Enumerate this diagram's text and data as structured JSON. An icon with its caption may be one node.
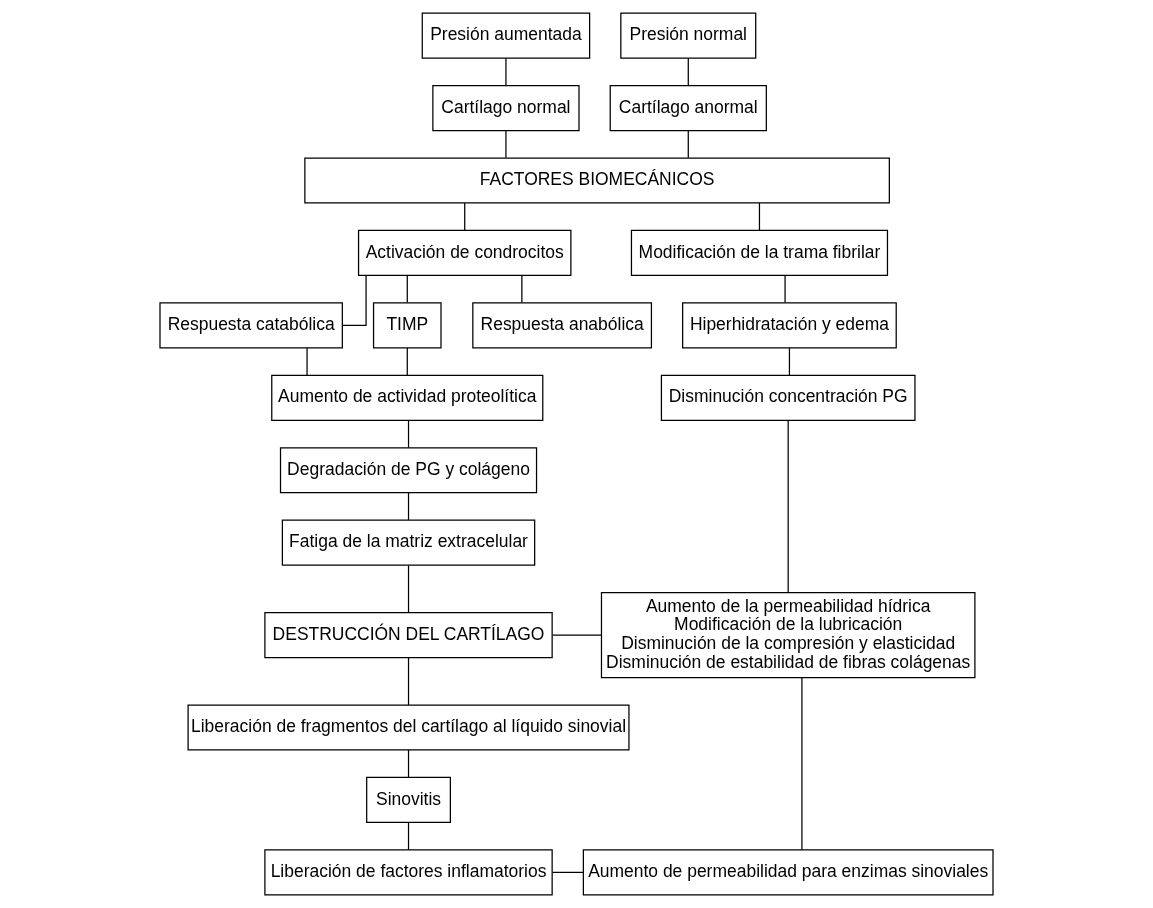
{
  "diagram": {
    "nodes": [
      {
        "text": [
          "Presión aumentada"
        ]
      },
      {
        "text": [
          "Presión normal"
        ]
      },
      {
        "text": [
          "Cartílago normal"
        ]
      },
      {
        "text": [
          "Cartílago anormal"
        ]
      },
      {
        "text": [
          "FACTORES BIOMECÁNICOS"
        ]
      },
      {
        "text": [
          "Activación de condrocitos"
        ]
      },
      {
        "text": [
          "Modificación de la trama fibrilar"
        ]
      },
      {
        "text": [
          "Respuesta catabólica"
        ]
      },
      {
        "text": [
          "TIMP"
        ]
      },
      {
        "text": [
          "Respuesta anabólica"
        ]
      },
      {
        "text": [
          "Hiperhidratación y edema"
        ]
      },
      {
        "text": [
          "Aumento de actividad proteolítica"
        ]
      },
      {
        "text": [
          "Disminución concentración PG"
        ]
      },
      {
        "text": [
          "Degradación de PG y colágeno"
        ]
      },
      {
        "text": [
          "Fatiga de la matriz extracelular"
        ]
      },
      {
        "text": [
          "DESTRUCCIÓN DEL CARTÍLAGO"
        ]
      },
      {
        "text": [
          "Aumento de la permeabilidad hídrica",
          "Modificación de la lubricación",
          "Disminución de la compresión y elasticidad",
          "Disminución de estabilidad de fibras colágenas"
        ]
      },
      {
        "text": [
          "Liberación de fragmentos del cartílago al líquido sinovial"
        ]
      },
      {
        "text": [
          "Sinovitis"
        ]
      },
      {
        "text": [
          "Liberación de factores inflamatorios"
        ]
      },
      {
        "text": [
          "Aumento de permeabilidad para enzimas sinoviales"
        ]
      }
    ],
    "edges": [
      {
        "from": 0,
        "to": 2,
        "arrow": "none"
      },
      {
        "from": 1,
        "to": 3,
        "arrow": "none"
      },
      {
        "from": 2,
        "to": 4,
        "arrow": "none"
      },
      {
        "from": 3,
        "to": 4,
        "arrow": "none"
      },
      {
        "from": 4,
        "to": 5,
        "arrow": "none"
      },
      {
        "from": 4,
        "to": 6,
        "arrow": "none"
      },
      {
        "from": 5,
        "to": 7,
        "arrow": "none"
      },
      {
        "from": 5,
        "to": 8,
        "arrow": "none"
      },
      {
        "from": 5,
        "to": 9,
        "arrow": "none"
      },
      {
        "from": 6,
        "to": 10,
        "arrow": "none"
      },
      {
        "from": 7,
        "to": 11,
        "arrow": "none"
      },
      {
        "from": 8,
        "to": 11,
        "arrow": "none"
      },
      {
        "from": 10,
        "to": 12,
        "arrow": "none"
      },
      {
        "from": 11,
        "to": 13,
        "arrow": "none"
      },
      {
        "from": 13,
        "to": 14,
        "arrow": "none"
      },
      {
        "from": 14,
        "to": 15,
        "arrow": "none"
      },
      {
        "from": 12,
        "to": 16,
        "arrow": "none"
      },
      {
        "from": 15,
        "to": 16,
        "arrow": "none"
      },
      {
        "from": 15,
        "to": 17,
        "arrow": "none"
      },
      {
        "from": 17,
        "to": 18,
        "arrow": "none"
      },
      {
        "from": 18,
        "to": 19,
        "arrow": "none"
      },
      {
        "from": 16,
        "to": 20,
        "arrow": "none"
      },
      {
        "from": 19,
        "to": 20,
        "arrow": "none"
      }
    ]
  }
}
